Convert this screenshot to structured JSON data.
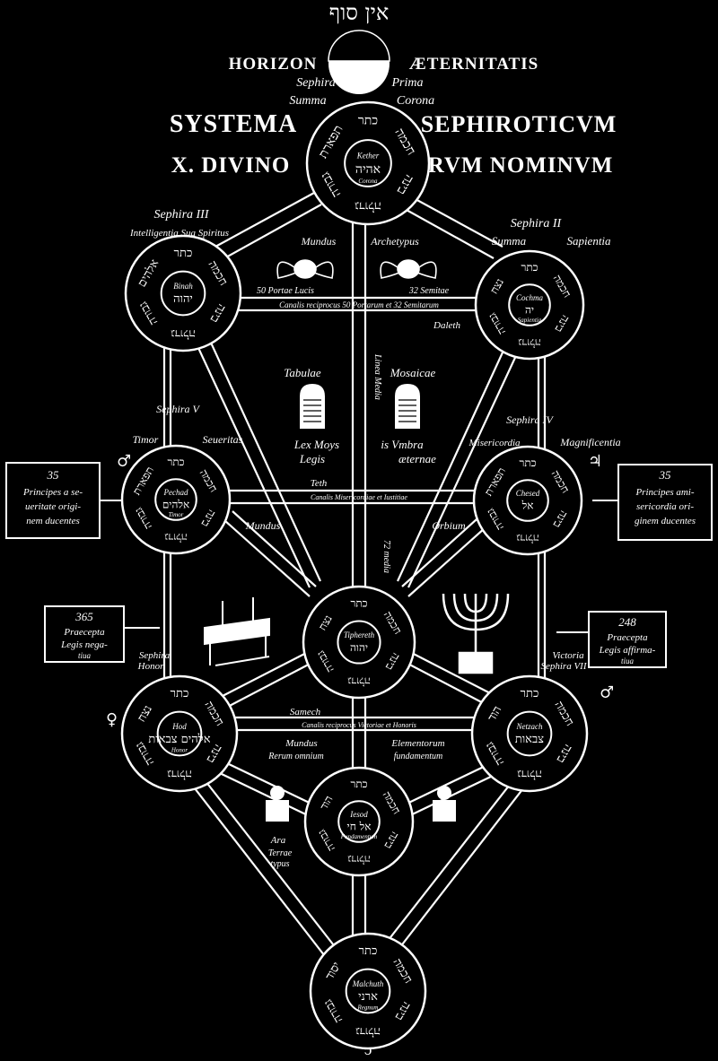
{
  "top": {
    "hebrew_title": "אין סוף",
    "horizon_left": "HORIZON",
    "horizon_right": "ÆTERNITATIS",
    "sephira_prima_left": "Sephira",
    "sephira_prima_right": "Prima",
    "summa_corona_left": "Summa",
    "summa_corona_right": "Corona",
    "title_line1_left": "SYSTEMA",
    "title_line1_right": "SEPHIROTICVM",
    "title_line2_left": "X. DIVINO",
    "title_line2_right": "RVM NOMINVM"
  },
  "sephirot": [
    {
      "id": "kether",
      "label": "Kether",
      "sub": "Corona",
      "divine_name": "אהיה",
      "ring": [
        "כתר",
        "חכמה",
        "בינה",
        "גדולה",
        "גבורה",
        "תפארת"
      ]
    },
    {
      "id": "chochma",
      "label": "Cochma",
      "sub": "Sapientia",
      "divine_name": "יה",
      "ring": [
        "כתר",
        "חכמה",
        "בינה",
        "גדולה",
        "גבורה",
        "נצח"
      ]
    },
    {
      "id": "binah",
      "label": "Binah",
      "sub": "",
      "divine_name": "יהוה",
      "ring": [
        "כתר",
        "חכמה",
        "בינה",
        "גדולה",
        "גבורה",
        "אלהים"
      ]
    },
    {
      "id": "chesed",
      "label": "Chesed",
      "sub": "",
      "divine_name": "אל",
      "ring": [
        "כתר",
        "חכמה",
        "בינה",
        "גדולה",
        "גבורה",
        "תפארת"
      ]
    },
    {
      "id": "pechad",
      "label": "Pechad",
      "sub": "Timor",
      "divine_name": "אלהים",
      "ring": [
        "כתר",
        "חכמה",
        "בינה",
        "גדולה",
        "גבורה",
        "תפארת"
      ]
    },
    {
      "id": "tiphereth",
      "label": "Tiphereth",
      "sub": "",
      "divine_name": "יהוה",
      "ring": [
        "כתר",
        "חכמה",
        "בינה",
        "גדולה",
        "גבורה",
        "נצח"
      ]
    },
    {
      "id": "netzach",
      "label": "Netzach",
      "sub": "",
      "divine_name": "צבאות",
      "ring": [
        "כתר",
        "חכמה",
        "בינה",
        "גדולה",
        "גבורה",
        "הוד"
      ]
    },
    {
      "id": "hod",
      "label": "Hod",
      "sub": "Honor",
      "divine_name": "אלהים צבאות",
      "ring": [
        "כתר",
        "חכמה",
        "בינה",
        "גדולה",
        "גבורה",
        "נצח"
      ]
    },
    {
      "id": "jesod",
      "label": "Iesod",
      "sub": "Fundamentum",
      "divine_name": "אל חי",
      "ring": [
        "כתר",
        "חכמה",
        "בינה",
        "גדולה",
        "גבורה",
        "הוד"
      ]
    },
    {
      "id": "malchuth",
      "label": "Malchuth",
      "sub": "Regnum",
      "divine_name": "ארני",
      "ring": [
        "כתר",
        "חכמה",
        "בינה",
        "גדולה",
        "גבורה",
        "יסוד"
      ]
    }
  ],
  "sephira_labels": {
    "s3_top": "Sephira III",
    "s3_sub": "Intelligentia Sua Spiritus",
    "s2_top": "Sephira II",
    "s2_sub_a": "Summa",
    "s2_sub_b": "Sapientia",
    "s5": "Sephira V",
    "s4": "Sephira IV",
    "timor": "Timor",
    "severitas": "Seueritas",
    "misericordia": "Misericordia",
    "magnificentia": "Magnificentia",
    "victoria": "Victoria",
    "sephira_vii": "Sephira VII",
    "sephira_viii": "Sephira",
    "honor": "Honor"
  },
  "center": {
    "mundus_archetypus_a": "Mundus",
    "mundus_archetypus_b": "Archetypus",
    "porta_left": "50 Portae Lucis",
    "porta_right": "32 Semitae",
    "canalis_reciprocus": "Canalis reciprocus 50 Portarum et 32 Semitarum",
    "daleth": "Daleth",
    "tabulae": "Tabulae",
    "mosaicae": "Mosaicae",
    "lex_moys": "Lex Moys",
    "is_umbra": "is Vmbra",
    "legis": "Legis",
    "aeternae": "æternae",
    "linea_media": "Linea Media",
    "teth": "Teth",
    "canalis_misericordiae": "Canalis Misericordiae et Iustitiae",
    "mundus": "Mundus",
    "orbium": "Orbium",
    "media": "72 media",
    "mundus_elementorum": "Mundus",
    "elementorum": "Elementorum",
    "fundamentum": "fundamentum",
    "rerum": "Rerum omnium",
    "samech": "Samech",
    "canalis_victoriae": "Canalis reciprocus Victoriae et Honoris",
    "ara": "Ara",
    "terrae": "Terrae",
    "typus": "typus"
  },
  "left_boxes": [
    {
      "num": "35",
      "lines": [
        "Principes a se-",
        "ueritate origi-",
        "nem ducentes"
      ]
    },
    {
      "num": "365",
      "lines": [
        "Praecepta",
        "Legis nega-",
        "tiua"
      ]
    }
  ],
  "right_boxes": [
    {
      "num": "35",
      "lines": [
        "Principes ami-",
        "sericordia ori-",
        "ginem ducentes"
      ]
    },
    {
      "num": "248",
      "lines": [
        "Praecepta",
        "Legis affirma-",
        "tiua"
      ]
    }
  ],
  "bottom_glyph": "ↄ",
  "colors": {
    "background": "#000000",
    "ink": "#ffffff"
  }
}
